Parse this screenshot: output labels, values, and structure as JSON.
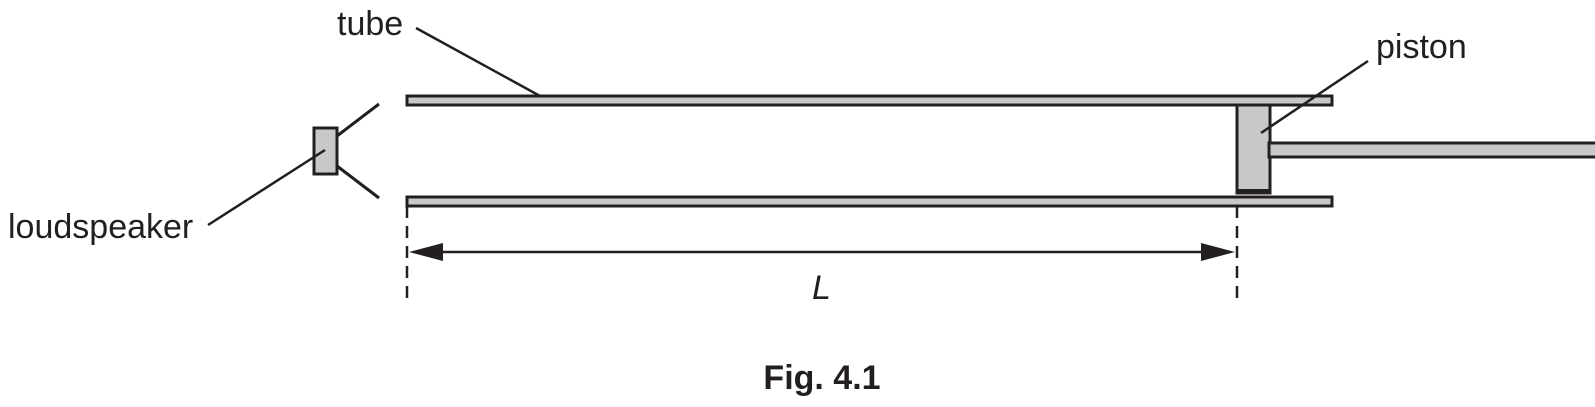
{
  "figure": {
    "caption": "Fig. 4.1",
    "colors": {
      "line": "#231f20",
      "fill": "#c8c8c8"
    }
  },
  "labels": {
    "tube": "tube",
    "piston": "piston",
    "loudspeaker": "loudspeaker",
    "length": "L"
  }
}
